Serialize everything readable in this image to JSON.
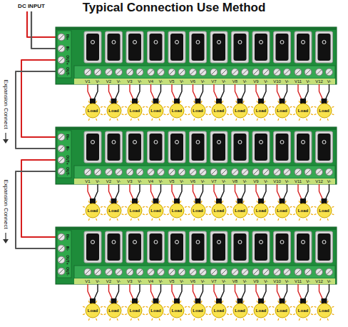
{
  "diagram": {
    "title": "Typical Connection Use Method",
    "nodes": [
      {
        "text": [
          "Load"
        ]
      },
      {
        "text": [
          "Load"
        ]
      },
      {
        "text": [
          "Load"
        ]
      },
      {
        "text": [
          "Load"
        ]
      },
      {
        "text": [
          "Load"
        ]
      },
      {
        "text": [
          "Load"
        ]
      },
      {
        "text": [
          "Load"
        ]
      },
      {
        "text": [
          "Load"
        ]
      },
      {
        "text": [
          "Load"
        ]
      },
      {
        "text": [
          "Load"
        ]
      },
      {
        "text": [
          "Load"
        ]
      },
      {
        "text": [
          "Load"
        ]
      },
      {
        "text": [
          "Load"
        ]
      },
      {
        "text": [
          "Load"
        ]
      },
      {
        "text": [
          "Load"
        ]
      },
      {
        "text": [
          "Load"
        ]
      },
      {
        "text": [
          "Load"
        ]
      },
      {
        "text": [
          "Load"
        ]
      },
      {
        "text": [
          "Load"
        ]
      },
      {
        "text": [
          "Load"
        ]
      },
      {
        "text": [
          "Load"
        ]
      },
      {
        "text": [
          "Load"
        ]
      },
      {
        "text": [
          "Load"
        ]
      },
      {
        "text": [
          "Load"
        ]
      },
      {
        "text": [
          "Load"
        ]
      },
      {
        "text": [
          "Load"
        ]
      },
      {
        "text": [
          "Load"
        ]
      },
      {
        "text": [
          "Load"
        ]
      },
      {
        "text": [
          "Load"
        ]
      },
      {
        "text": [
          "Load"
        ]
      },
      {
        "text": [
          "Load"
        ]
      },
      {
        "text": [
          "Load"
        ]
      },
      {
        "text": [
          "Load"
        ]
      },
      {
        "text": [
          "Load"
        ]
      },
      {
        "text": [
          "Load"
        ]
      },
      {
        "text": [
          "Load"
        ]
      }
    ],
    "labels": [
      "DC INPUT",
      "IN+",
      "IN-",
      "OUT+",
      "OUT-",
      "V1",
      "V-",
      "V2",
      "V-",
      "V3",
      "V-",
      "V4",
      "V-",
      "V5",
      "V-",
      "V6",
      "V-",
      "V7",
      "V-",
      "V8",
      "V-",
      "V9",
      "V-",
      "V10",
      "V-",
      "V11",
      "V-",
      "V12",
      "V-",
      "Expansion Connect",
      "IN+",
      "IN-",
      "OUT+",
      "OUT-",
      "V1",
      "V-",
      "V2",
      "V-",
      "V3",
      "V-",
      "V4",
      "V-",
      "V5",
      "V-",
      "V6",
      "V-",
      "V7",
      "V-",
      "V8",
      "V-",
      "V9",
      "V-",
      "V10",
      "V-",
      "V11",
      "V-",
      "V12",
      "V-",
      "Expansion Connect",
      "IN+",
      "IN-",
      "OUT+",
      "OUT-",
      "V1",
      "V-",
      "V2",
      "V-",
      "V3",
      "V-",
      "V4",
      "V-",
      "V5",
      "V-",
      "V6",
      "V-",
      "V7",
      "V-",
      "V8",
      "V-",
      "V9",
      "V-",
      "V10",
      "V-",
      "V11",
      "V-",
      "V12",
      "V-"
    ]
  }
}
